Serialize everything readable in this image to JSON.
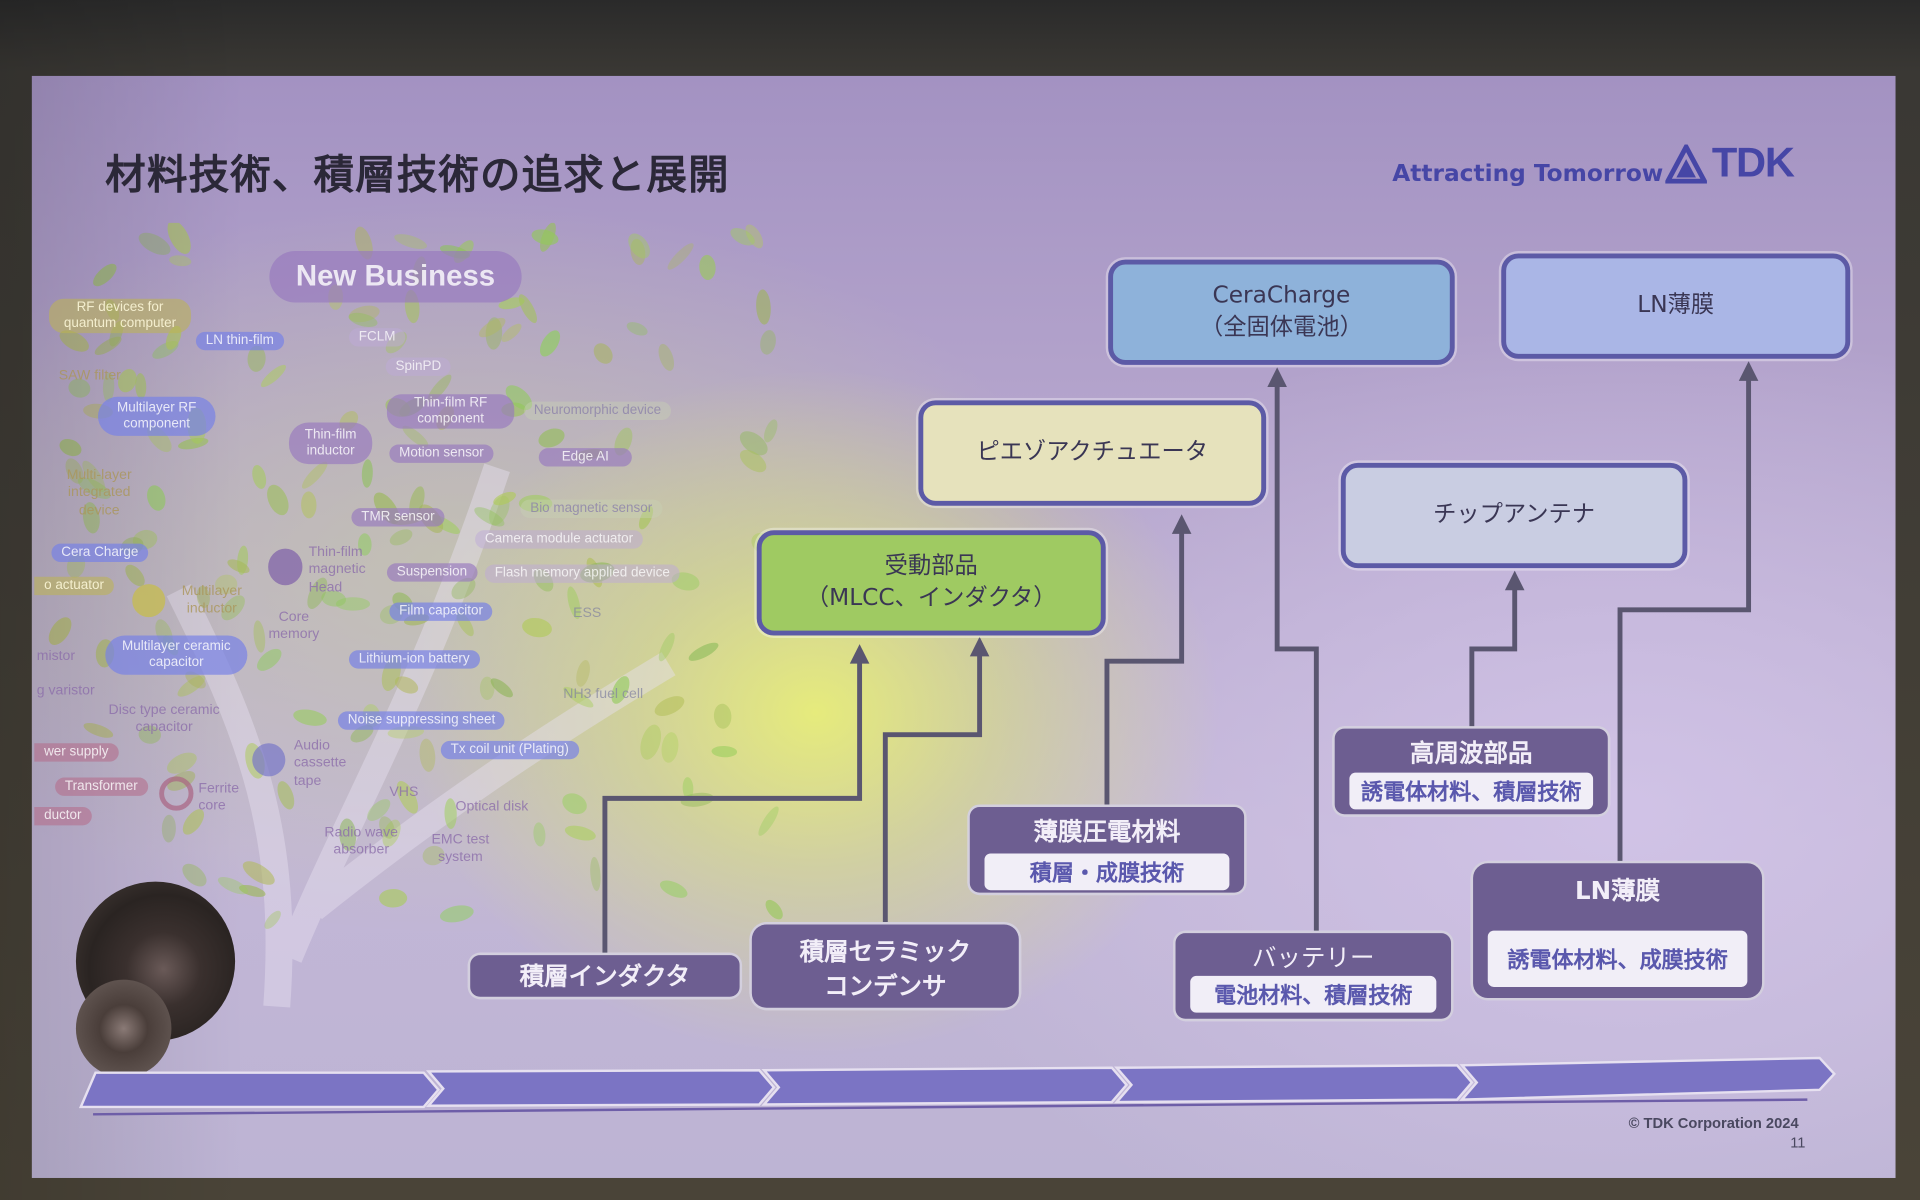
{
  "slide": {
    "title": "材料技術、積層技術の追求と展開",
    "tagline": "Attracting Tomorrow",
    "logo_text": "TDK",
    "copyright": "© TDK Corporation 2024",
    "page_number": "11"
  },
  "tree": {
    "headline": "New Business",
    "labels": [
      "RF devices for quantum computer",
      "LN thin-film",
      "FCLM",
      "SAW filter",
      "SpinPD",
      "Multilayer RF component",
      "Thin-film RF component",
      "Neuromorphic device",
      "Thin-film inductor",
      "Motion sensor",
      "Edge AI",
      "Multi-layer integrated device",
      "TMR sensor",
      "Bio magnetic sensor",
      "Camera module actuator",
      "Cera Charge",
      "Thin-film magnetic Head",
      "Suspension",
      "Flash memory applied device",
      "o actuator",
      "Multilayer inductor",
      "Core memory",
      "Film capacitor",
      "ESS",
      "Multilayer ceramic capacitor",
      "mistor",
      "Lithium-ion battery",
      "g varistor",
      "NH3 fuel cell",
      "Disc type ceramic capacitor",
      "Noise suppressing sheet",
      "wer supply",
      "Tx coil unit (Plating)",
      "Audio cassette tape",
      "Transformer",
      "Ferrite core",
      "VHS",
      "Optical disk",
      "ductor",
      "Radio wave absorber",
      "EMC test system"
    ]
  },
  "products": [
    {
      "line1": "CeraCharge",
      "line2": "（全固体電池）",
      "color": "#8eb2da"
    },
    {
      "line1": "LN薄膜",
      "color": "#aab6e6"
    },
    {
      "line1": "ピエゾアクチュエータ",
      "color": "#e6e2bc"
    },
    {
      "line1": "チップアンテナ",
      "color": "#c9cde2"
    },
    {
      "line1": "受動部品",
      "line2": "（MLCC、インダクタ）",
      "color": "#9fca62"
    }
  ],
  "technologies": [
    {
      "name": "積層インダクタ"
    },
    {
      "name": "積層セラミック",
      "name2": "コンデンサ"
    },
    {
      "name": "薄膜圧電材料",
      "tech": "積層・成膜技術"
    },
    {
      "name": "バッテリー",
      "tech": "電池材料、積層技術"
    },
    {
      "name": "高周波部品",
      "tech": "誘電体材料、積層技術"
    },
    {
      "name": "LN薄膜",
      "tech": "誘電体材料、成膜技術"
    }
  ],
  "colors": {
    "accent": "#5c5aa6",
    "tech_box": "#6d5e91",
    "timeline": "#7b74c4"
  }
}
